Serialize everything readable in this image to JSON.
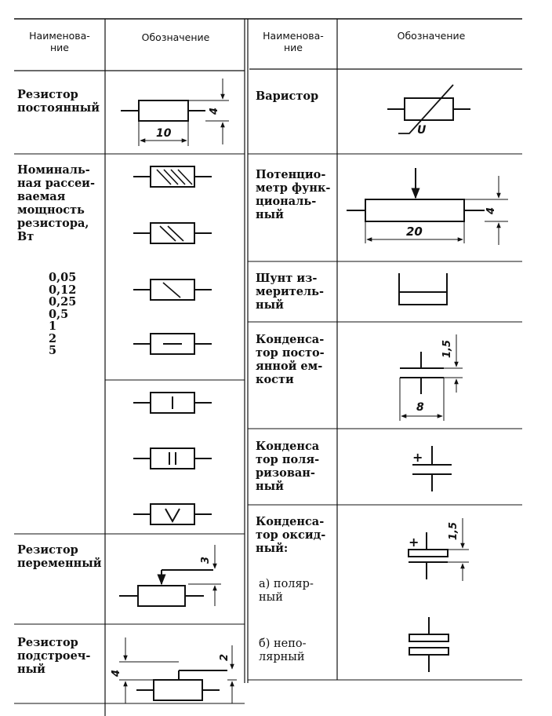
{
  "headers": {
    "left_name": "Наименова-\nние",
    "left_symbol": "Обозначение",
    "right_name": "Наименова-\nние",
    "right_symbol": "Обозначение"
  },
  "left_rows": {
    "fixed_resistor": "Резистор\nпостоянный",
    "power_rating": "Номиналь-\nная рассеи-\nваемая\nмощность\nрезистора,\nВт",
    "power_values": [
      "0,05",
      "0,12",
      "0,25",
      "0,5",
      "1",
      "2",
      "5"
    ],
    "variable_resistor": "Резистор\nпеременный",
    "trimmer_resistor": "Резистор\nподстроеч-\nный"
  },
  "right_rows": {
    "varistor": "Варистор",
    "potentiometer": "Потенцио-\nметр функ-\nциональ-\nный",
    "shunt": "Шунт из-\nмеритель-\nный",
    "capacitor_fixed": "Конденса-\nтор посто-\nянной ем-\nкости",
    "capacitor_polarized": "Конденса\nтор поля-\nризован-\nный",
    "capacitor_oxide": "Конденса-\nтор оксид-\nный:",
    "oxide_polar": "а) поляр-\nный",
    "oxide_nonpolar": "б) непо-\nлярный"
  },
  "dimensions": {
    "fixed_resistor_width": "10",
    "fixed_resistor_height": "4",
    "potentiometer_width": "20",
    "potentiometer_height": "4",
    "capacitor_plate_gap": "1,5",
    "capacitor_plate_width": "8",
    "oxide_gap": "1,5",
    "variable_arrow": "3",
    "trimmer_height": "4",
    "trimmer_offset": "2"
  },
  "symbol_marks": {
    "varistor_letter": "U",
    "plus_sign": "+",
    "power_1w": "I",
    "power_2w": "II",
    "power_5w": "V"
  }
}
